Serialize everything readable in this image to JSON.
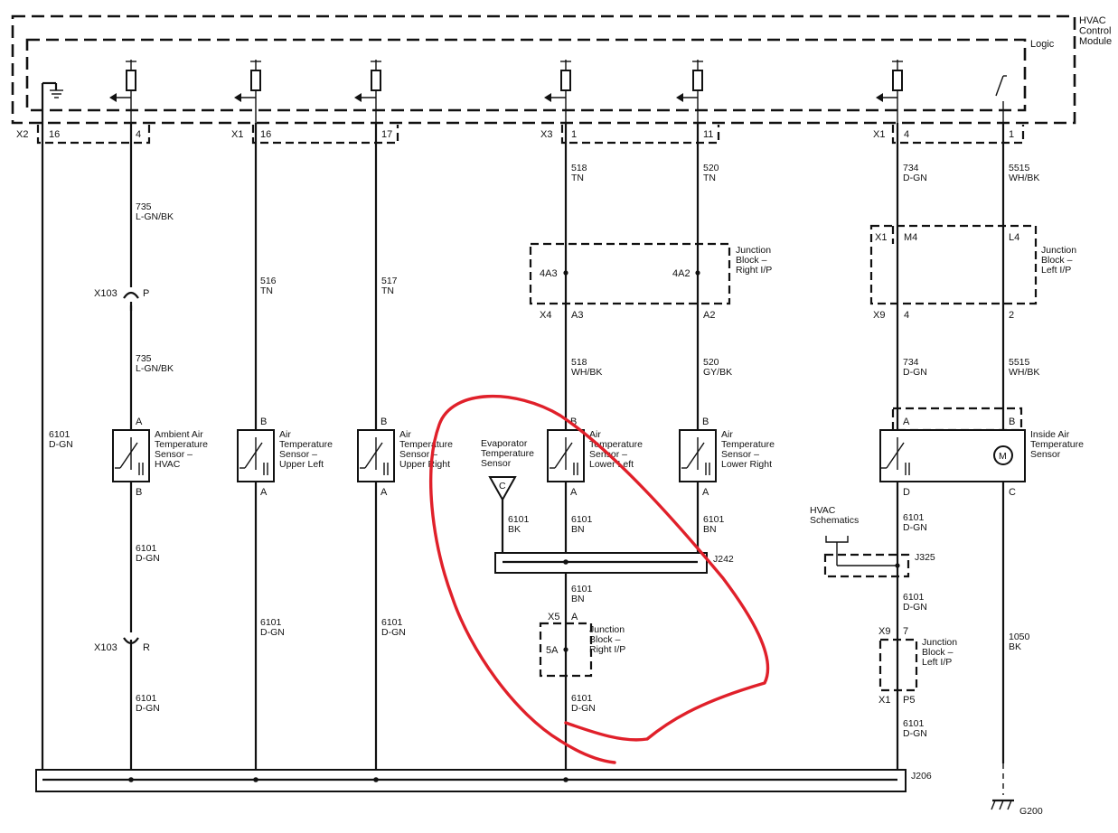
{
  "module": {
    "name": "HVAC\nControl\nModule",
    "logic": "Logic"
  },
  "connectors": {
    "x2_top": "X2",
    "x2_pin_16": "16",
    "x2_pin_4": "4",
    "x1_top": "X1",
    "x1_pin_16": "16",
    "x1_pin_17": "17",
    "x3_top": "X3",
    "x3_pin_1": "1",
    "x3_pin_11": "11",
    "x1b_top": "X1",
    "x1b_pin_4": "4",
    "x1b_pin_1": "1"
  },
  "wires": {
    "w735_top": "735\nL-GN/BK",
    "w735_bot": "735\nL-GN/BK",
    "w516": "516\nTN",
    "w517": "517\nTN",
    "w518_top": "518\nTN",
    "w520_top": "520\nTN",
    "w734_top": "734\nD-GN",
    "w5515_top": "5515\nWH/BK",
    "w518_bot": "518\nWH/BK",
    "w520_bot": "520\nGY/BK",
    "w734_bot": "734\nD-GN",
    "w5515_bot": "5515\nWH/BK",
    "w6101_left": "6101\nD-GN",
    "w6101_amb_a": "6101\nD-GN",
    "w6101_amb_b": "6101\nD-GN",
    "w6101_ul": "6101\nD-GN",
    "w6101_ur": "6101\nD-GN",
    "w6101_evap": "6101\nBK",
    "w6101_ll": "6101\nBN",
    "w6101_lr": "6101\nBN",
    "w6101_j242": "6101\nBN",
    "w6101_5a": "6101\nD-GN",
    "w6101_ia": "6101\nD-GN",
    "w6101_j325": "6101\nD-GN",
    "w6101_p5": "6101\nD-GN",
    "w1050": "1050\nBK"
  },
  "inline": {
    "x103": "X103",
    "x103_p": "P",
    "x103b": "X103",
    "x103_r": "R"
  },
  "junction_right": {
    "label": "Junction\nBlock –\nRight I/P",
    "pin_4a3": "4A3",
    "pin_4a2": "4A2",
    "x4": "X4",
    "a3": "A3",
    "a2": "A2"
  },
  "junction_left": {
    "label": "Junction\nBlock –\nLeft I/P",
    "x1": "X1",
    "m4": "M4",
    "l4": "L4",
    "x9": "X9",
    "p4": "4",
    "p2": "2"
  },
  "junction_5a": {
    "label": "Junction\nBlock –\nRight I/P",
    "x5": "X5",
    "a": "A",
    "pin": "5A"
  },
  "junction_left2": {
    "label": "Junction\nBlock –\nLeft I/P",
    "x9": "X9",
    "p7": "7",
    "x1": "X1",
    "p5": "P5"
  },
  "sensors": {
    "ambient": {
      "name": "Ambient Air\nTemperature\nSensor –\nHVAC",
      "top": "A",
      "bot": "B"
    },
    "upper_left": {
      "name": "Air\nTemperature\nSensor –\nUpper Left",
      "top": "B",
      "bot": "A"
    },
    "upper_right": {
      "name": "Air\nTemperature\nSensor –\nUpper Right",
      "top": "B",
      "bot": "A"
    },
    "lower_left": {
      "name": "Air\nTemperature\nSensor –\nLower Left",
      "top": "B",
      "bot": "A"
    },
    "lower_right": {
      "name": "Air\nTemperature\nSensor –\nLower Right",
      "top": "B",
      "bot": "A"
    },
    "evaporator": {
      "name": "Evaporator\nTemperature\nSensor",
      "pin": "C"
    },
    "inside": {
      "name": "Inside Air\nTemperature\nSensor",
      "a": "A",
      "b": "B",
      "d": "D",
      "c": "C",
      "motor": "M"
    }
  },
  "splices": {
    "j242": "J242",
    "j325": "J325",
    "j206": "J206"
  },
  "misc": {
    "hvac_schematics": "HVAC\nSchematics",
    "ground": "G200"
  },
  "colors": {
    "annotation": "#e0202a",
    "line": "#111111"
  }
}
